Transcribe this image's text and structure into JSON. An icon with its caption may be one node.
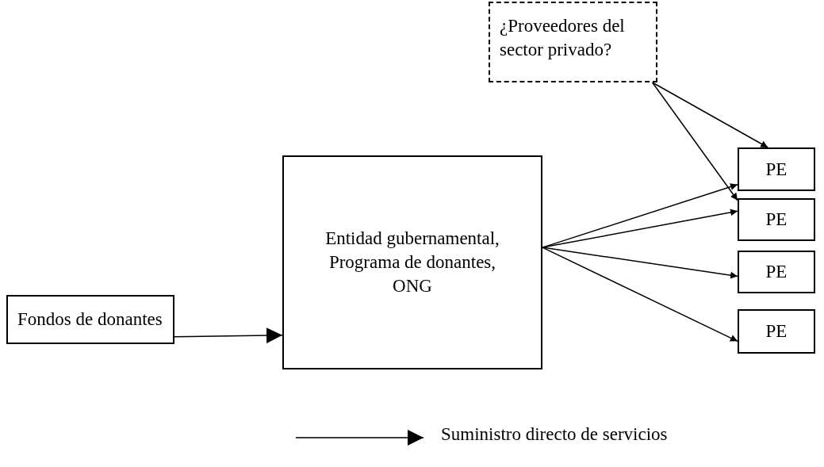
{
  "diagram": {
    "nodes": [
      {
        "text": [
          "Fondos de donantes"
        ]
      },
      {
        "text": [
          "Entidad gubernamental, Programa de donantes, ONG"
        ]
      },
      {
        "text": [
          "¿Proveedores del sector privado?"
        ]
      },
      {
        "text": [
          "PE"
        ]
      },
      {
        "text": [
          "PE"
        ]
      },
      {
        "text": [
          "PE"
        ]
      },
      {
        "text": [
          "PE"
        ]
      }
    ],
    "edges": [
      {
        "from": 0,
        "to": 1,
        "arrow": "to"
      },
      {
        "from": 1,
        "to": 3,
        "arrow": "to"
      },
      {
        "from": 1,
        "to": 4,
        "arrow": "to"
      },
      {
        "from": 1,
        "to": 5,
        "arrow": "to"
      },
      {
        "from": 1,
        "to": 6,
        "arrow": "to"
      },
      {
        "from": 2,
        "to": 3,
        "arrow": "to"
      },
      {
        "from": 2,
        "to": 4,
        "arrow": "to"
      }
    ],
    "legend": [
      {
        "text": "Suministro directo de servicios"
      }
    ]
  }
}
